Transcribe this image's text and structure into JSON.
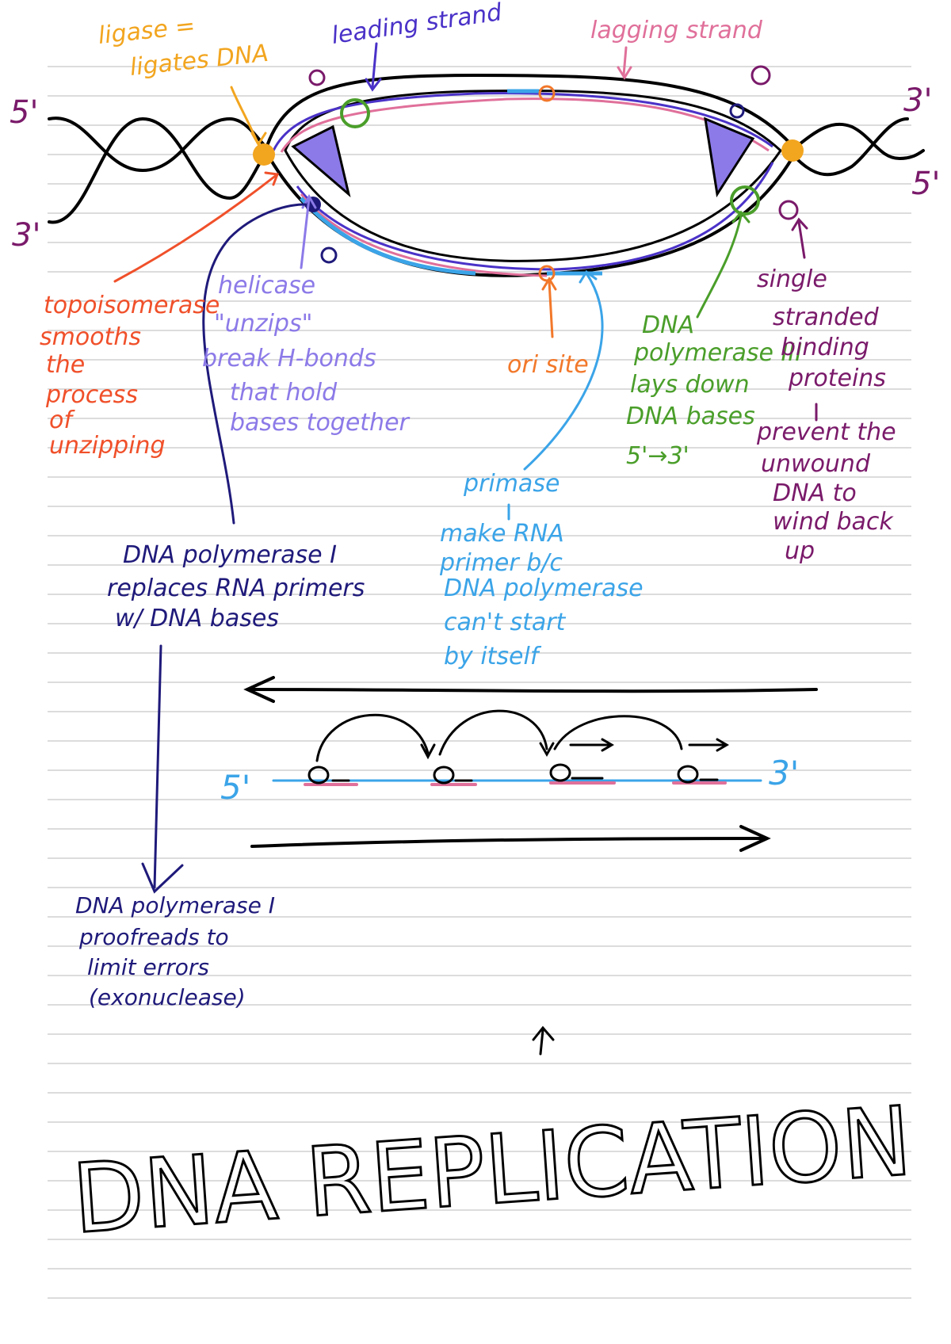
{
  "colors": {
    "paper": "#ffffff",
    "rule": "#d0d0d0",
    "black": "#000000",
    "orange_ligase": "#f2a51f",
    "navy": "#1f1a7a",
    "blue_purple": "#4a32c8",
    "pink": "#e0709a",
    "light_blue": "#3ba4e8",
    "orange_red": "#f0502a",
    "orange_ori": "#f2782a",
    "lavender": "#8c7ae8",
    "green": "#4a9e2a",
    "purple": "#7a1a6a"
  },
  "labels": {
    "ligase_1": "ligase =",
    "ligase_2": "ligates DNA",
    "leading": "leading strand",
    "lagging": "lagging strand",
    "end_5_top_left": "5'",
    "end_3_bottom_left": "3'",
    "end_3_top_right": "3'",
    "end_5_bottom_right": "5'",
    "topo_1": "topoisomerase",
    "topo_2": "smooths",
    "topo_3": "the",
    "topo_4": "process",
    "topo_5": "of",
    "topo_6": "unzipping",
    "helicase_1": "helicase",
    "helicase_2": "\"unzips\"",
    "helicase_3": "break H-bonds",
    "helicase_4": "that hold",
    "helicase_5": "bases together",
    "ori": "ori site",
    "pol3_1": "DNA",
    "pol3_2": "polymerase III",
    "pol3_3": "lays down",
    "pol3_4": "DNA bases",
    "pol3_5": "5'→3'",
    "ssb_1": "single",
    "ssb_2": "stranded",
    "ssb_3": "binding",
    "ssb_4": "proteins",
    "ssb_5": "prevent the",
    "ssb_6": "unwound",
    "ssb_7": "DNA to",
    "ssb_8": "wind back",
    "ssb_9": "up",
    "primase_1": "primase",
    "primase_2": "make RNA",
    "primase_3": "primer b/c",
    "primase_4": "DNA polymerase",
    "primase_5": "can't start",
    "primase_6": "by itself",
    "pol1_1": "DNA polymerase I",
    "pol1_2": "replaces RNA primers",
    "pol1_3": "w/ DNA bases",
    "pol1b_1": "DNA polymerase I",
    "pol1b_2": "proofreads to",
    "pol1b_3": "limit errors",
    "pol1b_4": "(exonuclease)",
    "frag_5": "5'",
    "frag_3": "3'",
    "title": "DNA REPLICATION"
  }
}
